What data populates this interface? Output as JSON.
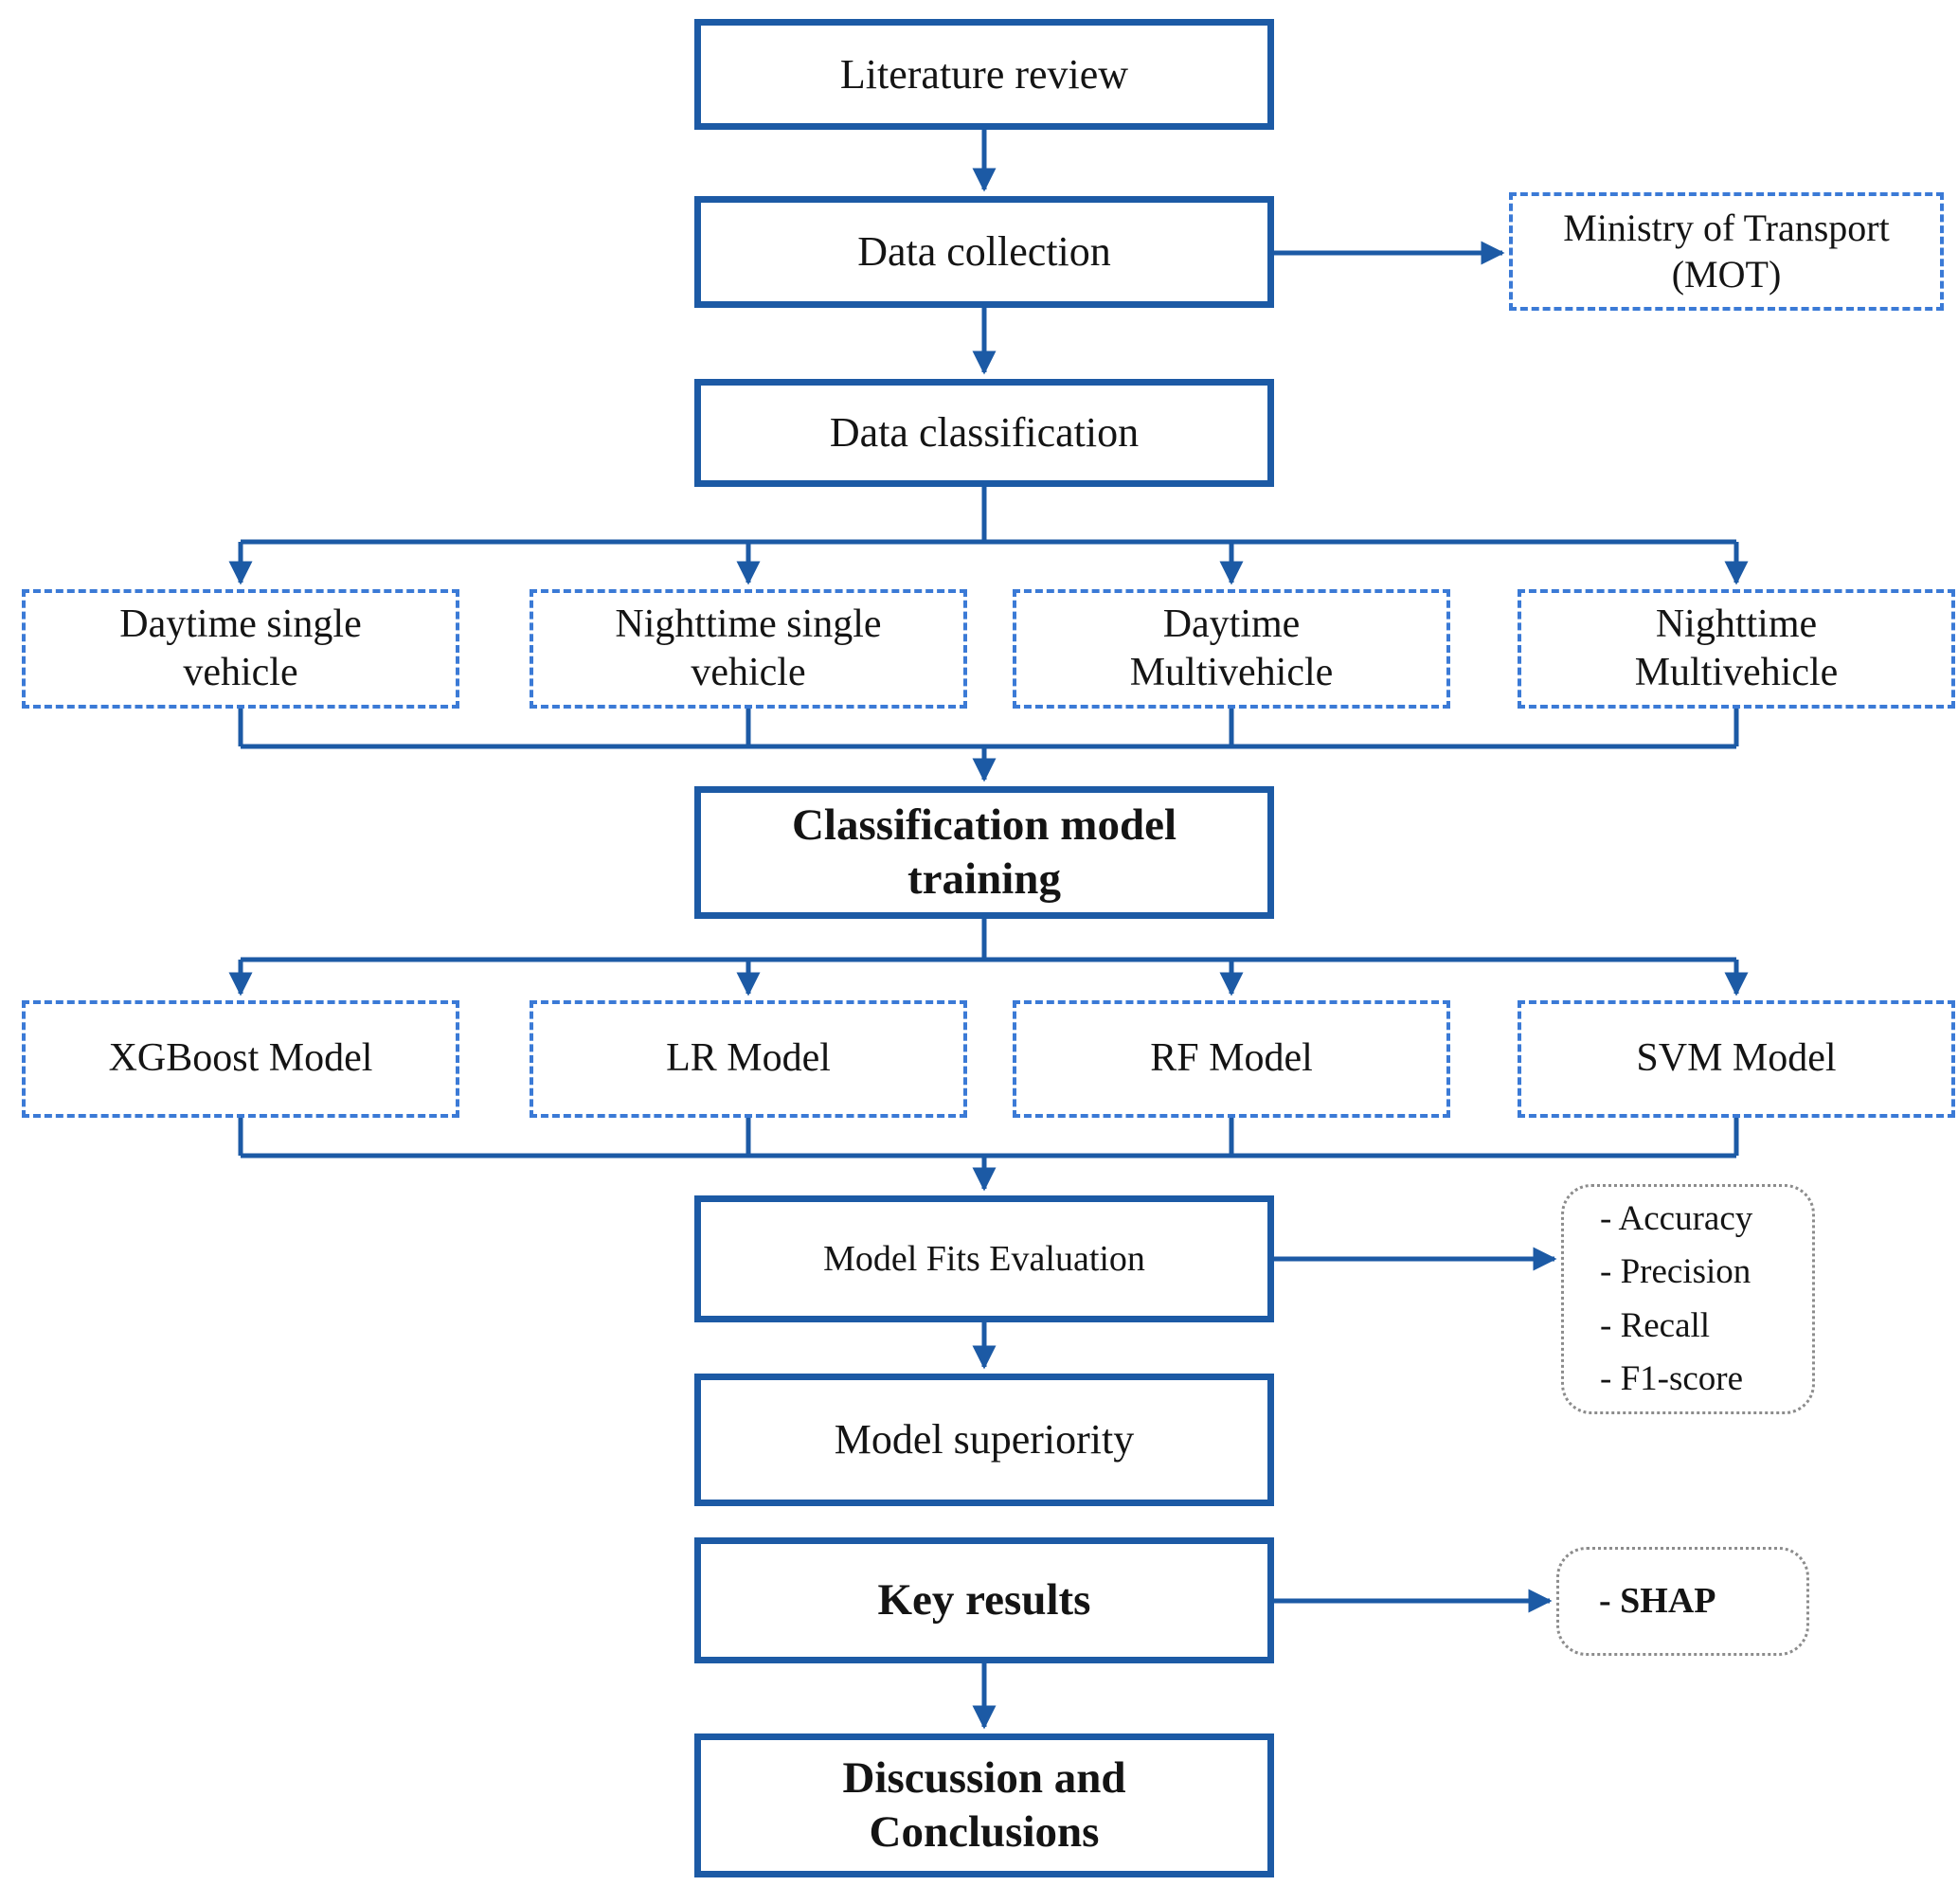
{
  "diagram_type": "flowchart",
  "colors": {
    "solid_border": "#1c5aa5",
    "dashed_border": "#3b7ad6",
    "dotted_border": "#8c8c8c",
    "arrow": "#1c5aa5",
    "text": "#141414",
    "background": "#ffffff"
  },
  "nodes": {
    "literature_review": "Literature review",
    "data_collection": "Data collection",
    "ministry_of_transport": "Ministry of Transport\n(MOT)",
    "data_classification": "Data classification",
    "daytime_single_vehicle": "Daytime single\nvehicle",
    "nighttime_single_vehicle": "Nighttime single\nvehicle",
    "daytime_multivehicle": "Daytime\nMultivehicle",
    "nighttime_multivehicle": "Nighttime\nMultivehicle",
    "classification_model_training": "Classification model\ntraining",
    "xgboost_model": "XGBoost Model",
    "lr_model": "LR Model",
    "rf_model": "RF Model",
    "svm_model": "SVM Model",
    "model_fits_evaluation": "Model Fits Evaluation",
    "evaluation_metrics": [
      "- Accuracy",
      "- Precision",
      "- Recall",
      "- F1-score"
    ],
    "model_superiority": "Model superiority",
    "key_results": "Key results",
    "shap": "- SHAP",
    "discussion_and_conclusions": "Discussion and\nConclusions"
  }
}
